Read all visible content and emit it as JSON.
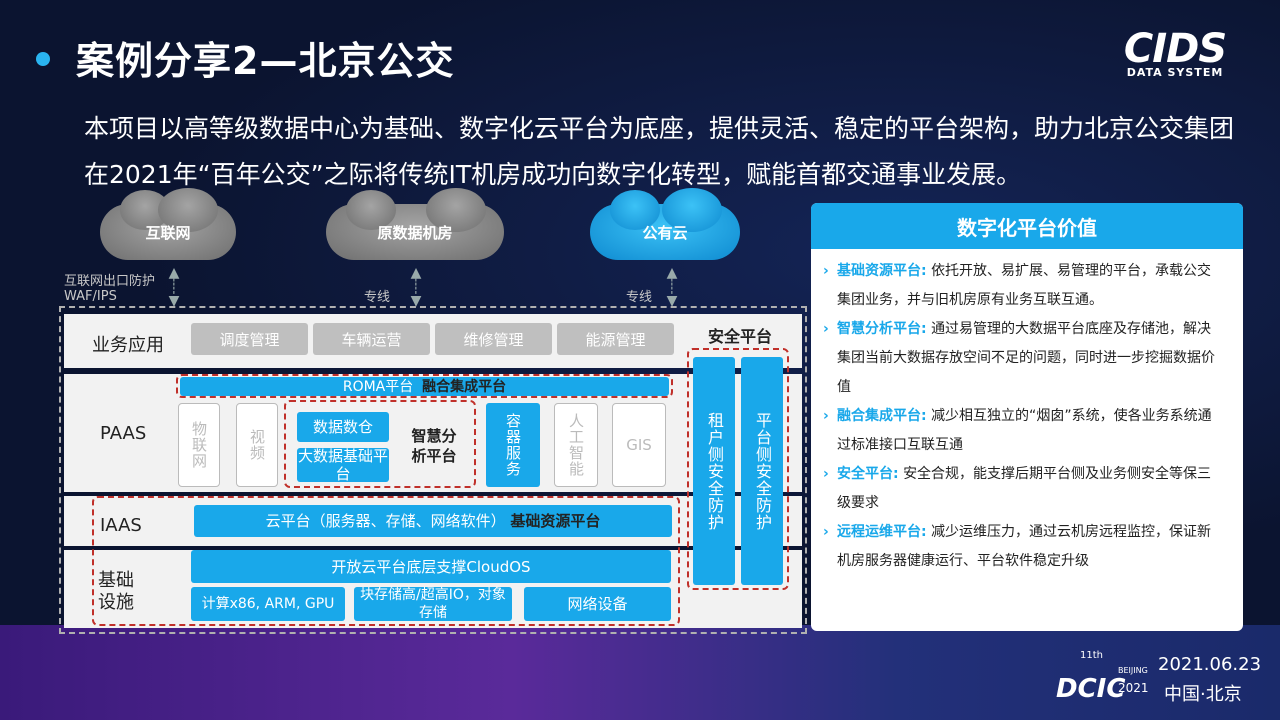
{
  "title": "案例分享2—北京公交",
  "logo": {
    "line1": "CIDS",
    "line2": "DATA SYSTEM"
  },
  "intro": "本项目以高等级数据中心为基础、数字化云平台为底座，提供灵活、稳定的平台架构，助力北京公交集团在2021年“百年公交”之际将传统IT机房成功向数字化转型，赋能首都交通事业发展。",
  "clouds": {
    "internet": "互联网",
    "origin_dc": "原数据机房",
    "public_cloud": "公有云"
  },
  "links": {
    "internet_label": "互联网出口防护 WAF/IPS",
    "dedicated1": "专线",
    "dedicated2": "专线"
  },
  "rows": {
    "biz": "业务应用",
    "paas": "PAAS",
    "iaas": "IAAS",
    "infra": "基础\n设施"
  },
  "biz_apps": [
    "调度管理",
    "车辆运营",
    "维修管理",
    "能源管理"
  ],
  "paas": {
    "roma": "ROMA平台",
    "roma_bold": "融合集成平台",
    "iot": "物联网",
    "video": "视频",
    "data_warehouse": "数据数仓",
    "bigdata": "大数据基础平台",
    "smart": "智慧分析平台",
    "container": "容器服务",
    "ai": "人工智能",
    "gis": "GIS"
  },
  "iaas": {
    "cloud": "云平台（服务器、存储、网络软件）",
    "cloud_bold": "基础资源平台"
  },
  "infra": {
    "cloudos": "开放云平台底层支撑CloudOS",
    "compute": "计算x86, ARM, GPU",
    "storage": "块存储高/超高IO，对象存储",
    "network": "网络设备"
  },
  "security": {
    "title": "安全平台",
    "tenant": "租户侧安全防护",
    "platform": "平台侧安全防护"
  },
  "panel": {
    "title": "数字化平台价值",
    "items": [
      {
        "head": "基础资源平台:",
        "text": "依托开放、易扩展、易管理的平台，承载公交集团业务，并与旧机房原有业务互联互通。"
      },
      {
        "head": "智慧分析平台:",
        "text": "通过易管理的大数据平台底座及存储池，解决集团当前大数据存放空间不足的问题，同时进一步挖掘数据价值"
      },
      {
        "head": "融合集成平台:",
        "text": "减少相互独立的“烟囱”系统，使各业务系统通过标准接口互联互通"
      },
      {
        "head": "安全平台:",
        "text": "安全合规，能支撑后期平台侧及业务侧安全等保三级要求"
      },
      {
        "head": "远程运维平台:",
        "text": "减少运维压力，通过云机房远程监控，保证新机房服务器健康运行、平台软件稳定升级"
      }
    ]
  },
  "footer": {
    "date": "2021.06.23",
    "place": "中国·北京",
    "event_no": "11th",
    "event": "DCIC",
    "event_city": "BEIJING",
    "event_year": "2021"
  }
}
